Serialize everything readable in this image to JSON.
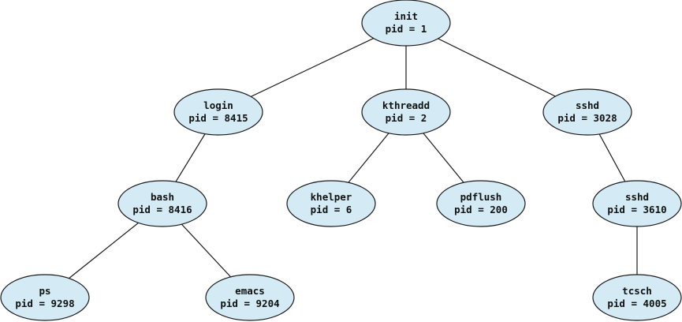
{
  "nodes": [
    {
      "id": "init",
      "name": "init",
      "pid_label": "pid = 1"
    },
    {
      "id": "login",
      "name": "login",
      "pid_label": "pid = 8415"
    },
    {
      "id": "kthreadd",
      "name": "kthreadd",
      "pid_label": "pid = 2"
    },
    {
      "id": "sshd-3028",
      "name": "sshd",
      "pid_label": "pid = 3028"
    },
    {
      "id": "bash",
      "name": "bash",
      "pid_label": "pid = 8416"
    },
    {
      "id": "khelper",
      "name": "khelper",
      "pid_label": "pid = 6"
    },
    {
      "id": "pdflush",
      "name": "pdflush",
      "pid_label": "pid = 200"
    },
    {
      "id": "sshd-3610",
      "name": "sshd",
      "pid_label": "pid = 3610"
    },
    {
      "id": "ps",
      "name": "ps",
      "pid_label": "pid = 9298"
    },
    {
      "id": "emacs",
      "name": "emacs",
      "pid_label": "pid = 9204"
    },
    {
      "id": "tcsch",
      "name": "tcsch",
      "pid_label": "pid = 4005"
    }
  ],
  "edges": [
    {
      "from": "init",
      "to": "login"
    },
    {
      "from": "init",
      "to": "kthreadd"
    },
    {
      "from": "init",
      "to": "sshd-3028"
    },
    {
      "from": "login",
      "to": "bash"
    },
    {
      "from": "kthreadd",
      "to": "khelper"
    },
    {
      "from": "kthreadd",
      "to": "pdflush"
    },
    {
      "from": "sshd-3028",
      "to": "sshd-3610"
    },
    {
      "from": "bash",
      "to": "ps"
    },
    {
      "from": "bash",
      "to": "emacs"
    },
    {
      "from": "sshd-3610",
      "to": "tcsch"
    }
  ]
}
